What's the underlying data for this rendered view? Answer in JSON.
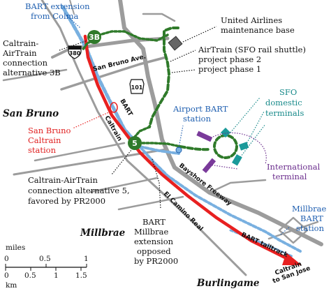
{
  "places": {
    "san_bruno": "San Bruno",
    "millbrae": "Millbrae",
    "burlingame": "Burlingame"
  },
  "labels": {
    "bart_colma_1": "BART extension",
    "bart_colma_2": "from Colma",
    "united_1": "United Airlines",
    "united_2": "maintenance base",
    "alt3b_1": "Caltrain-",
    "alt3b_2": "AirTrain",
    "alt3b_3": "connection",
    "alt3b_4": "alternative 3B",
    "airtrain_1": "AirTrain (SFO rail shuttle)",
    "airtrain_2": "project phase 2",
    "airtrain_3": "project phase 1",
    "sfo_dom_1": "SFO",
    "sfo_dom_2": "domestic",
    "sfo_dom_3": "terminals",
    "airport_bart_1": "Airport BART",
    "airport_bart_2": "station",
    "sb_caltrain_1": "San Bruno",
    "sb_caltrain_2": "Caltrain",
    "sb_caltrain_3": "station",
    "intl_1": "International",
    "intl_2": "terminal",
    "alt5_1": "Caltrain-AirTrain",
    "alt5_2": "connection alternative 5,",
    "alt5_3": "favored by PR2000",
    "millbrae_bart_1": "Millbrae",
    "millbrae_bart_2": "BART",
    "millbrae_bart_3": "station",
    "bart_mill_1": "BART",
    "bart_mill_2": "Millbrae",
    "bart_mill_3": "extension",
    "bart_mill_4": "opposed",
    "bart_mill_5": "by PR2000",
    "caltrain_sj_1": "Caltrain",
    "caltrain_sj_2": "to San Jose"
  },
  "roads": {
    "san_bruno_ave": "San Bruno Ave.",
    "bayshore": "Bayshore Freeway",
    "el_camino": "El Camino Real",
    "bart_tailtrack": "BART tailtrack",
    "bart_line": "BART",
    "caltrain_line": "Caltrain",
    "i380": "380",
    "us101": "101"
  },
  "markers": {
    "alt3b": "3B",
    "alt5": "5"
  },
  "scale": {
    "miles_label": "miles",
    "km_label": "km",
    "miles_ticks": [
      "0",
      "0.5",
      "1"
    ],
    "km_ticks": [
      "0",
      "0.5",
      "1",
      "1.5"
    ]
  },
  "colors": {
    "caltrain": "#e82020",
    "bart": "#6ea8dc",
    "airtrain": "#2f7a2a",
    "roads": "#9a9a9a",
    "domestic_terminals": "#1a9a9a",
    "international_terminal": "#7a3a9a"
  }
}
